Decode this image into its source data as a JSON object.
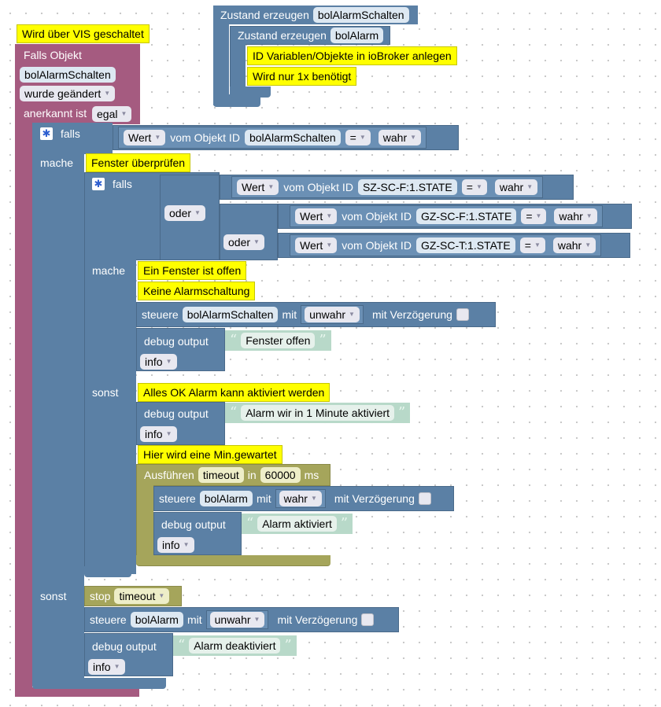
{
  "top": {
    "outer_label": "Zustand erzeugen",
    "outer_var": "bolAlarmSchalten",
    "inner_label": "Zustand erzeugen",
    "inner_var": "bolAlarm",
    "comment1": "ID Variablen/Objekte in ioBroker anlegen",
    "comment2": "Wird nur 1x benötigt"
  },
  "event": {
    "comment": "Wird über VIS geschaltet",
    "label_falls_objekt": "Falls Objekt",
    "object": "bolAlarmSchalten",
    "trigger": "wurde geändert",
    "ack_label": "anerkannt ist",
    "ack_value": "egal"
  },
  "if1": {
    "falls": "falls",
    "wert": "Wert",
    "vom_objekt": "vom Objekt ID",
    "object": "bolAlarmSchalten",
    "op": "=",
    "value": "wahr",
    "mache": "mache",
    "sonst": "sonst"
  },
  "window_check": {
    "comment": "Fenster überprüfen",
    "falls": "falls",
    "or1": "oder",
    "or2": "oder",
    "conditions": [
      {
        "wert": "Wert",
        "vom": "vom Objekt ID",
        "object": "SZ-SC-F:1.STATE",
        "op": "=",
        "value": "wahr"
      },
      {
        "wert": "Wert",
        "vom": "vom Objekt ID",
        "object": "GZ-SC-F:1.STATE",
        "op": "=",
        "value": "wahr"
      },
      {
        "wert": "Wert",
        "vom": "vom Objekt ID",
        "object": "GZ-SC-T:1.STATE",
        "op": "=",
        "value": "wahr"
      }
    ],
    "mache": "mache",
    "sonst": "sonst"
  },
  "then_branch": {
    "comment1": "Ein Fenster ist offen",
    "comment2": "Keine Alarmschaltung",
    "steuere": "steuere",
    "var": "bolAlarmSchalten",
    "mit": "mit",
    "value": "unwahr",
    "delay": "mit Verzögerung",
    "debug": "debug output",
    "text": "Fenster offen",
    "level": "info"
  },
  "else_branch": {
    "comment1": "Alles OK Alarm kann aktiviert werden",
    "debug": "debug output",
    "text": "Alarm wir in 1 Minute aktiviert",
    "level": "info",
    "comment2": "Hier wird eine Min.gewartet",
    "exec": "Ausführen",
    "timeout": "timeout",
    "in": "in",
    "ms_value": "60000",
    "ms": "ms",
    "steuere": "steuere",
    "var": "bolAlarm",
    "mit": "mit",
    "value": "wahr",
    "delay": "mit Verzögerung",
    "debug2": "debug output",
    "text2": "Alarm aktiviert",
    "level2": "info"
  },
  "outer_else": {
    "stop": "stop",
    "timeout": "timeout",
    "steuere": "steuere",
    "var": "bolAlarm",
    "mit": "mit",
    "value": "unwahr",
    "delay": "mit Verzögerung",
    "debug": "debug output",
    "text": "Alarm deaktiviert",
    "level": "info"
  },
  "colors": {
    "event": "#a55b80",
    "control": "#5b80a5",
    "timer": "#a5a55b",
    "comment": "#ffff00",
    "string": "#b8d9c9"
  }
}
